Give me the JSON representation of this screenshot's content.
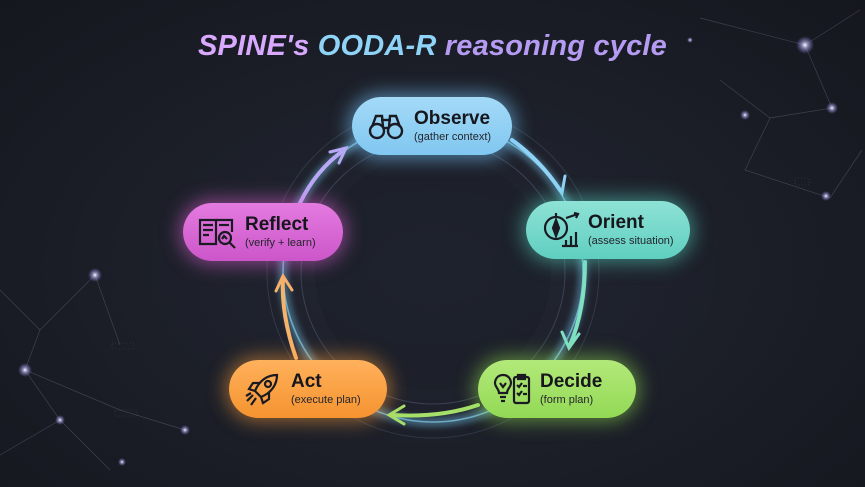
{
  "title": {
    "part1": "SPINE's",
    "part2": "OODA-R",
    "part3": "reasoning cycle"
  },
  "stages": {
    "observe": {
      "label": "Observe",
      "sub": "(gather context)",
      "icon": "binoculars-icon",
      "color": "#8fd0f4"
    },
    "orient": {
      "label": "Orient",
      "sub": "(assess situation)",
      "icon": "compass-chart-icon",
      "color": "#6fd8c9"
    },
    "decide": {
      "label": "Decide",
      "sub": "(form plan)",
      "icon": "lightbulb-checklist-icon",
      "color": "#a2e164"
    },
    "act": {
      "label": "Act",
      "sub": "(execute plan)",
      "icon": "rocket-icon",
      "color": "#f9a243"
    },
    "reflect": {
      "label": "Reflect",
      "sub": "(verify + learn)",
      "icon": "book-magnifier-icon",
      "color": "#d867d5"
    }
  }
}
